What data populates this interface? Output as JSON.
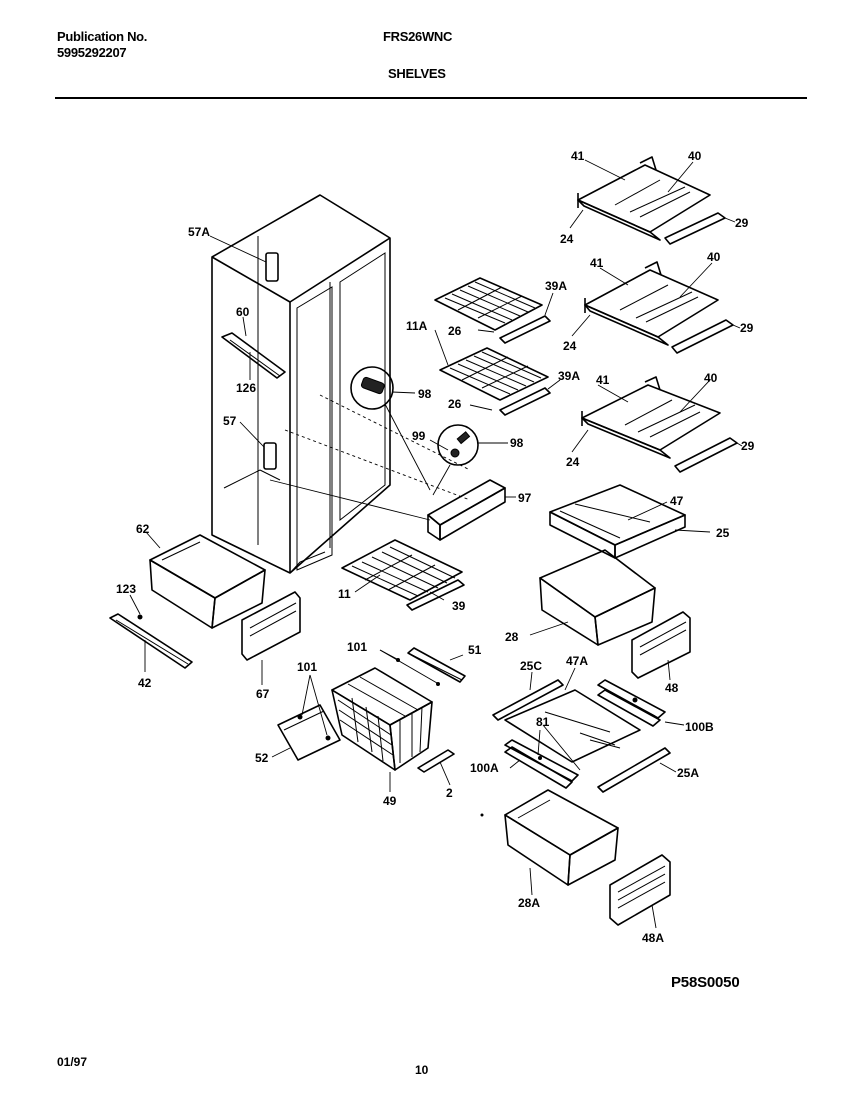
{
  "header": {
    "publication_label": "Publication No.",
    "publication_number": "5995292207",
    "model": "FRS26WNC",
    "section": "SHELVES"
  },
  "diagram": {
    "code": "P58S0050",
    "labels": {
      "l41a": "41",
      "l40a": "40",
      "l24a": "24",
      "l29a": "29",
      "l41b": "41",
      "l40b": "40",
      "l24b": "24",
      "l29b": "29",
      "l41c": "41",
      "l40c": "40",
      "l24c": "24",
      "l29c": "29",
      "l57A": "57A",
      "l60": "60",
      "l126": "126",
      "l57": "57",
      "l11A": "11A",
      "l26a": "26",
      "l39Aa": "39A",
      "l26b": "26",
      "l39Ab": "39A",
      "l98a": "98",
      "l99": "99",
      "l98b": "98",
      "l97": "97",
      "l47": "47",
      "l25": "25",
      "l62": "62",
      "l123": "123",
      "l42": "42",
      "l67": "67",
      "l11": "11",
      "l39": "39",
      "l28": "28",
      "l48": "48",
      "l101a": "101",
      "l51": "51",
      "l101b": "101",
      "l52": "52",
      "l49": "49",
      "l2": "2",
      "l25C": "25C",
      "l47A": "47A",
      "l81": "81",
      "l100B": "100B",
      "l100A": "100A",
      "l25A": "25A",
      "l28A": "28A",
      "l48A": "48A"
    }
  },
  "footer": {
    "date": "01/97",
    "page": "10"
  }
}
